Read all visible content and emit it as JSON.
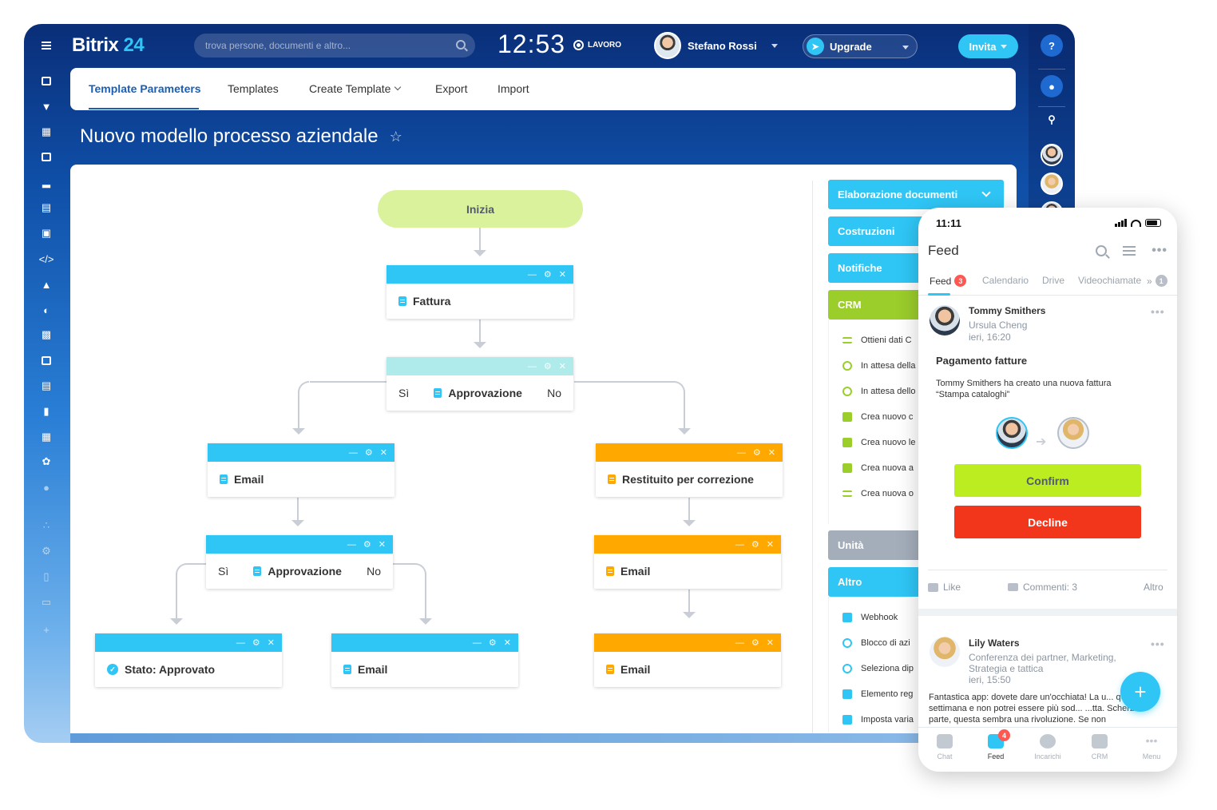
{
  "header": {
    "logo_name": "Bitrix",
    "logo_num": "24",
    "search_placeholder": "trova persone, documenti e altro...",
    "clock": "12:53",
    "work_status": "LAVORO",
    "user_name": "Stefano Rossi",
    "upgrade_label": "Upgrade",
    "invite_label": "Invita"
  },
  "tabs": [
    {
      "label": "Template Parameters",
      "active": true
    },
    {
      "label": "Templates"
    },
    {
      "label": "Create Template"
    },
    {
      "label": "Export"
    },
    {
      "label": "Import"
    }
  ],
  "page_title": "Nuovo modello processo aziendale",
  "flow": {
    "start": "Inizia",
    "fattura": "Fattura",
    "approval": "Approvazione",
    "yes": "Sì",
    "no": "No",
    "email": "Email",
    "restituito": "Restituito per correzione",
    "approved": "Stato: Approvato"
  },
  "palette": {
    "groups": [
      "Elaborazione documenti",
      "Costruzioni",
      "Notifiche",
      "CRM",
      "Unità",
      "Altro"
    ],
    "crm_items": [
      "Ottieni dati C",
      "In attesa della",
      "In attesa dello",
      "Crea nuovo c",
      "Crea nuovo le",
      "Crea nuova a",
      "Crea nuova o"
    ],
    "altro_items": [
      "Webhook",
      "Blocco di azi",
      "Seleziona dip",
      "Elemento reg",
      "Imposta varia"
    ]
  },
  "phone": {
    "time": "11:11",
    "title": "Feed",
    "tabs": [
      {
        "label": "Feed",
        "badge": "3"
      },
      {
        "label": "Calendario"
      },
      {
        "label": "Drive"
      },
      {
        "label": "Videochiamate"
      },
      {
        "label": "»",
        "badge": "1"
      }
    ],
    "post1": {
      "author": "Tommy Smithers",
      "to": "Ursula Cheng",
      "time": "ieri, 16:20",
      "title": "Pagamento fatture",
      "text": "Tommy Smithers ha creato una nuova fattura “Stampa cataloghi”",
      "confirm": "Confirm",
      "decline": "Decline",
      "like": "Like",
      "comments": "Commenti: 3",
      "more": "Altro"
    },
    "post2": {
      "author": "Lily Waters",
      "to": "Conferenza dei partner, Marketing, Strategia e tattica",
      "time": "ieri, 15:50",
      "text": "Fantastica app: dovete dare un'occhiata! La u... quasi una settimana e non potrei essere più sod... ...tta. Scherzi a parte, questa sembra una rivoluzione. Se non"
    },
    "nav": [
      {
        "label": "Chat"
      },
      {
        "label": "Feed",
        "badge": "4",
        "active": true
      },
      {
        "label": "Incarichi"
      },
      {
        "label": "CRM"
      },
      {
        "label": "Menu"
      }
    ]
  },
  "colors": {
    "accent": "#2fc6f6",
    "brand_blue": "#1a5fb4",
    "orange": "#ffa900",
    "green": "#9bcd2b",
    "confirm": "#bbed21",
    "decline": "#f1361b"
  }
}
